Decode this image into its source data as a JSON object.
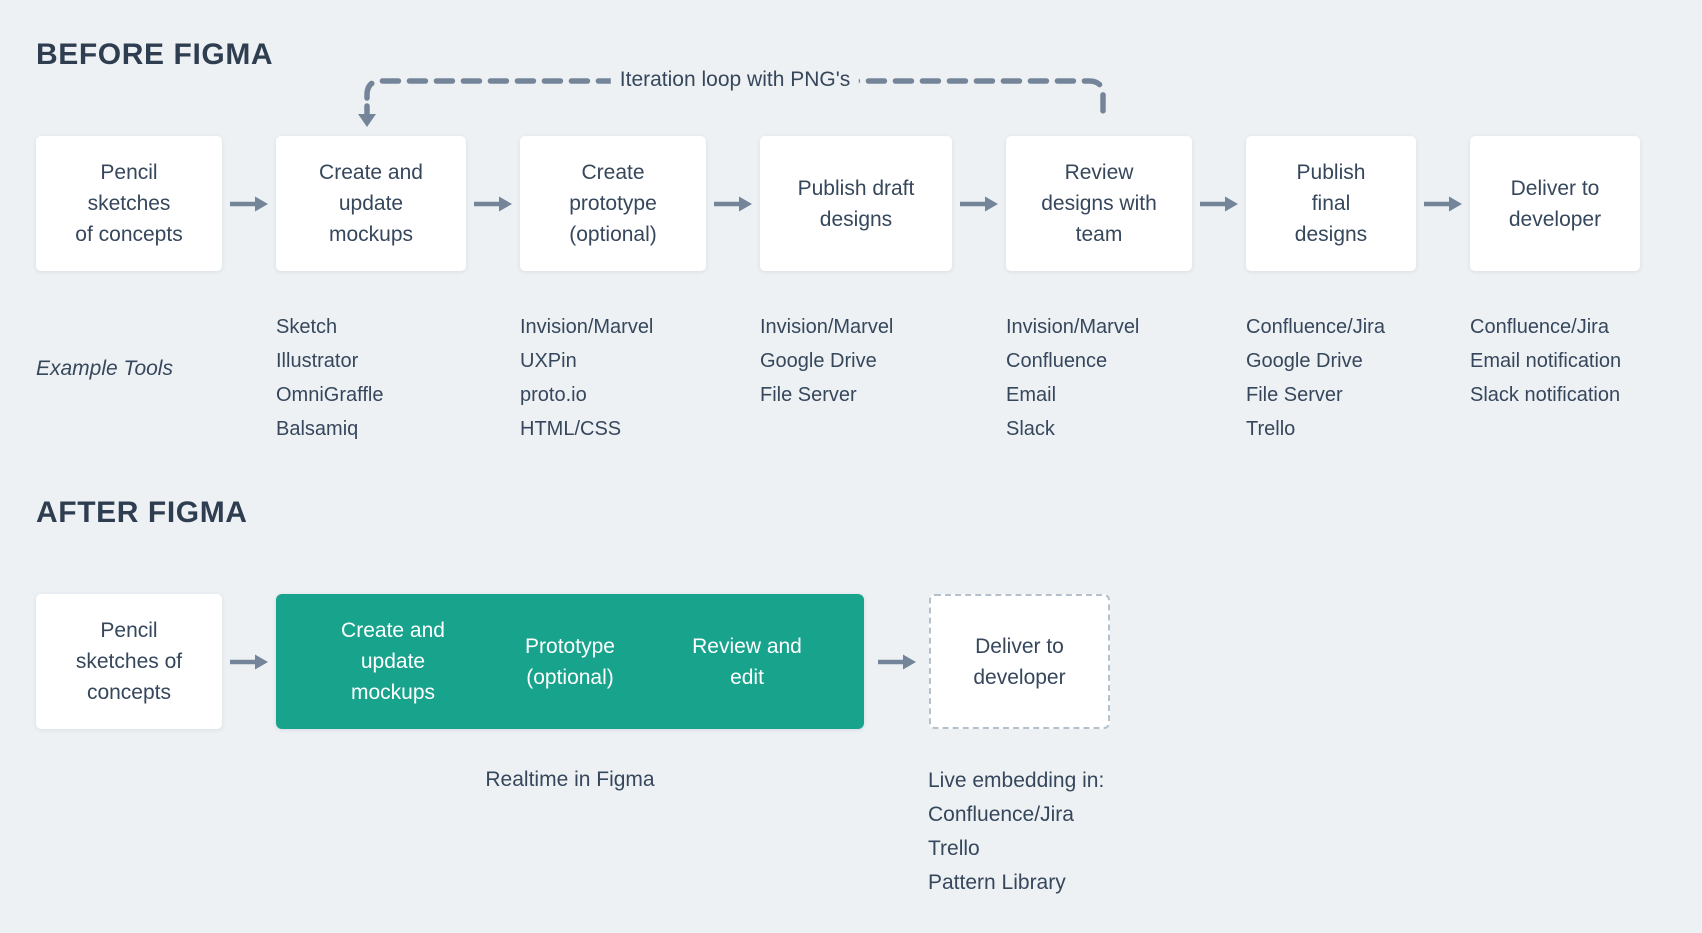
{
  "page": {
    "background": "#edf1f4",
    "accent_teal": "#18a38d",
    "text_dark": "#36475c",
    "arrow_gray": "#74859a"
  },
  "before": {
    "title": "BEFORE FIGMA",
    "loop_label": "Iteration loop with PNG's",
    "example_tools_label": "Example Tools",
    "steps": [
      {
        "label": "Pencil\nsketches\nof concepts",
        "tools": []
      },
      {
        "label": "Create and\nupdate\nmockups",
        "tools": [
          "Sketch",
          "Illustrator",
          "OmniGraffle",
          "Balsamiq"
        ]
      },
      {
        "label": "Create\nprototype\n(optional)",
        "tools": [
          "Invision/Marvel",
          "UXPin",
          "proto.io",
          "HTML/CSS"
        ]
      },
      {
        "label": "Publish draft\ndesigns",
        "tools": [
          "Invision/Marvel",
          "Google Drive",
          "File Server"
        ]
      },
      {
        "label": "Review\ndesigns with\nteam",
        "tools": [
          "Invision/Marvel",
          "Confluence",
          "Email",
          "Slack"
        ]
      },
      {
        "label": "Publish\nfinal\ndesigns",
        "tools": [
          "Confluence/Jira",
          "Google Drive",
          "File Server",
          "Trello"
        ]
      },
      {
        "label": "Deliver to\ndeveloper",
        "tools": [
          "Confluence/Jira",
          "Email notification",
          "Slack notification"
        ]
      }
    ]
  },
  "after": {
    "title": "AFTER FIGMA",
    "first_step_label": "Pencil\nsketches of\nconcepts",
    "figma_box": {
      "labels": [
        "Create and\nupdate\nmockups",
        "Prototype\n(optional)",
        "Review and\nedit"
      ],
      "caption": "Realtime in Figma"
    },
    "deliver_box": {
      "label": "Deliver to\ndeveloper",
      "caption": "Live embedding in:\nConfluence/Jira\nTrello\nPattern Library"
    }
  }
}
